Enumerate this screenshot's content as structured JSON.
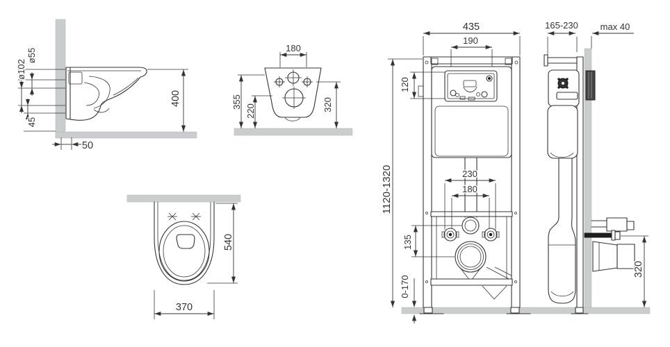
{
  "dims": {
    "side": {
      "dia102": "ø102",
      "dia55": "ø55",
      "h45": "45",
      "w50": "50",
      "h400": "400"
    },
    "rear": {
      "w180": "180",
      "h355": "355",
      "h220": "220",
      "h320": "320"
    },
    "top": {
      "d540": "540",
      "w370": "370"
    },
    "frame_front": {
      "w435": "435",
      "w190": "190",
      "h120": "120",
      "h_range": "1120-1320",
      "w230": "230",
      "w180": "180",
      "h135": "135",
      "floor_range": "0-170"
    },
    "frame_side": {
      "depth_range": "165-230",
      "max_wall": "max 40",
      "h320": "320"
    }
  },
  "colors": {
    "line": "#333333",
    "wall_fill": "#cacdcd",
    "dark_fill": "#454545",
    "background": "#ffffff"
  }
}
